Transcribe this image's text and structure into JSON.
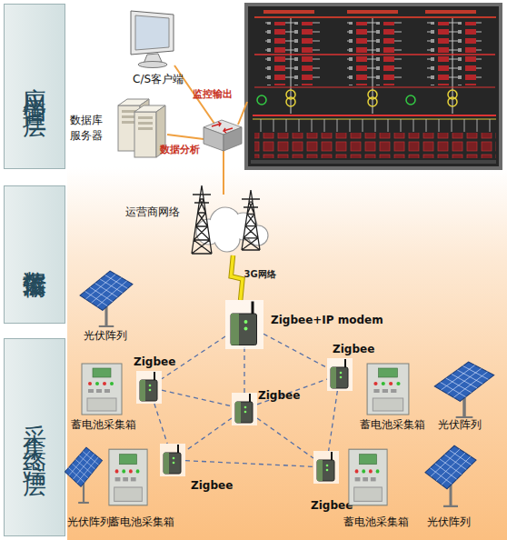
{
  "diagram": {
    "nodes": [
      {
        "text": [
          "应用管理层"
        ]
      },
      {
        "text": [
          "数据传输层"
        ]
      },
      {
        "text": [
          "采集终端层"
        ]
      },
      {
        "text": [
          "C/S客户端"
        ]
      },
      {
        "text": [
          "数据库 服务器"
        ]
      },
      {
        "text": [
          "运营商网络"
        ]
      },
      {
        "text": [
          "Zigbee+IP modem"
        ]
      },
      {
        "text": [
          "光伏阵列"
        ]
      },
      {
        "text": [
          "Zigbee"
        ]
      },
      {
        "text": [
          "Zigbee"
        ]
      },
      {
        "text": [
          "蓄电池采集箱"
        ]
      },
      {
        "text": [
          "Zigbee"
        ]
      },
      {
        "text": [
          "蓄电池采集箱"
        ]
      },
      {
        "text": [
          "光伏阵列"
        ]
      },
      {
        "text": [
          "Zigbee"
        ]
      },
      {
        "text": [
          "Zigbee"
        ]
      },
      {
        "text": [
          "光伏阵列"
        ]
      },
      {
        "text": [
          "蓄电池采集箱"
        ]
      },
      {
        "text": [
          "蓄电池采集箱"
        ]
      },
      {
        "text": [
          "光伏阵列"
        ]
      }
    ],
    "edges": [
      {
        "from": 5,
        "to": 6,
        "label": "3G网络",
        "arrow": "none"
      },
      {
        "from": 6,
        "to": 8,
        "arrow": "none"
      },
      {
        "from": 6,
        "to": 9,
        "arrow": "none"
      },
      {
        "from": 6,
        "to": 11,
        "arrow": "none"
      },
      {
        "from": 8,
        "to": 11,
        "arrow": "none"
      },
      {
        "from": 11,
        "to": 9,
        "arrow": "none"
      },
      {
        "from": 8,
        "to": 14,
        "arrow": "none"
      },
      {
        "from": 9,
        "to": 15,
        "arrow": "none"
      },
      {
        "from": 14,
        "to": 15,
        "arrow": "none"
      },
      {
        "from": 11,
        "to": 14,
        "arrow": "none"
      },
      {
        "from": 11,
        "to": 15,
        "arrow": "none"
      }
    ],
    "labels": [
      "监控输出",
      "数据分析"
    ]
  }
}
